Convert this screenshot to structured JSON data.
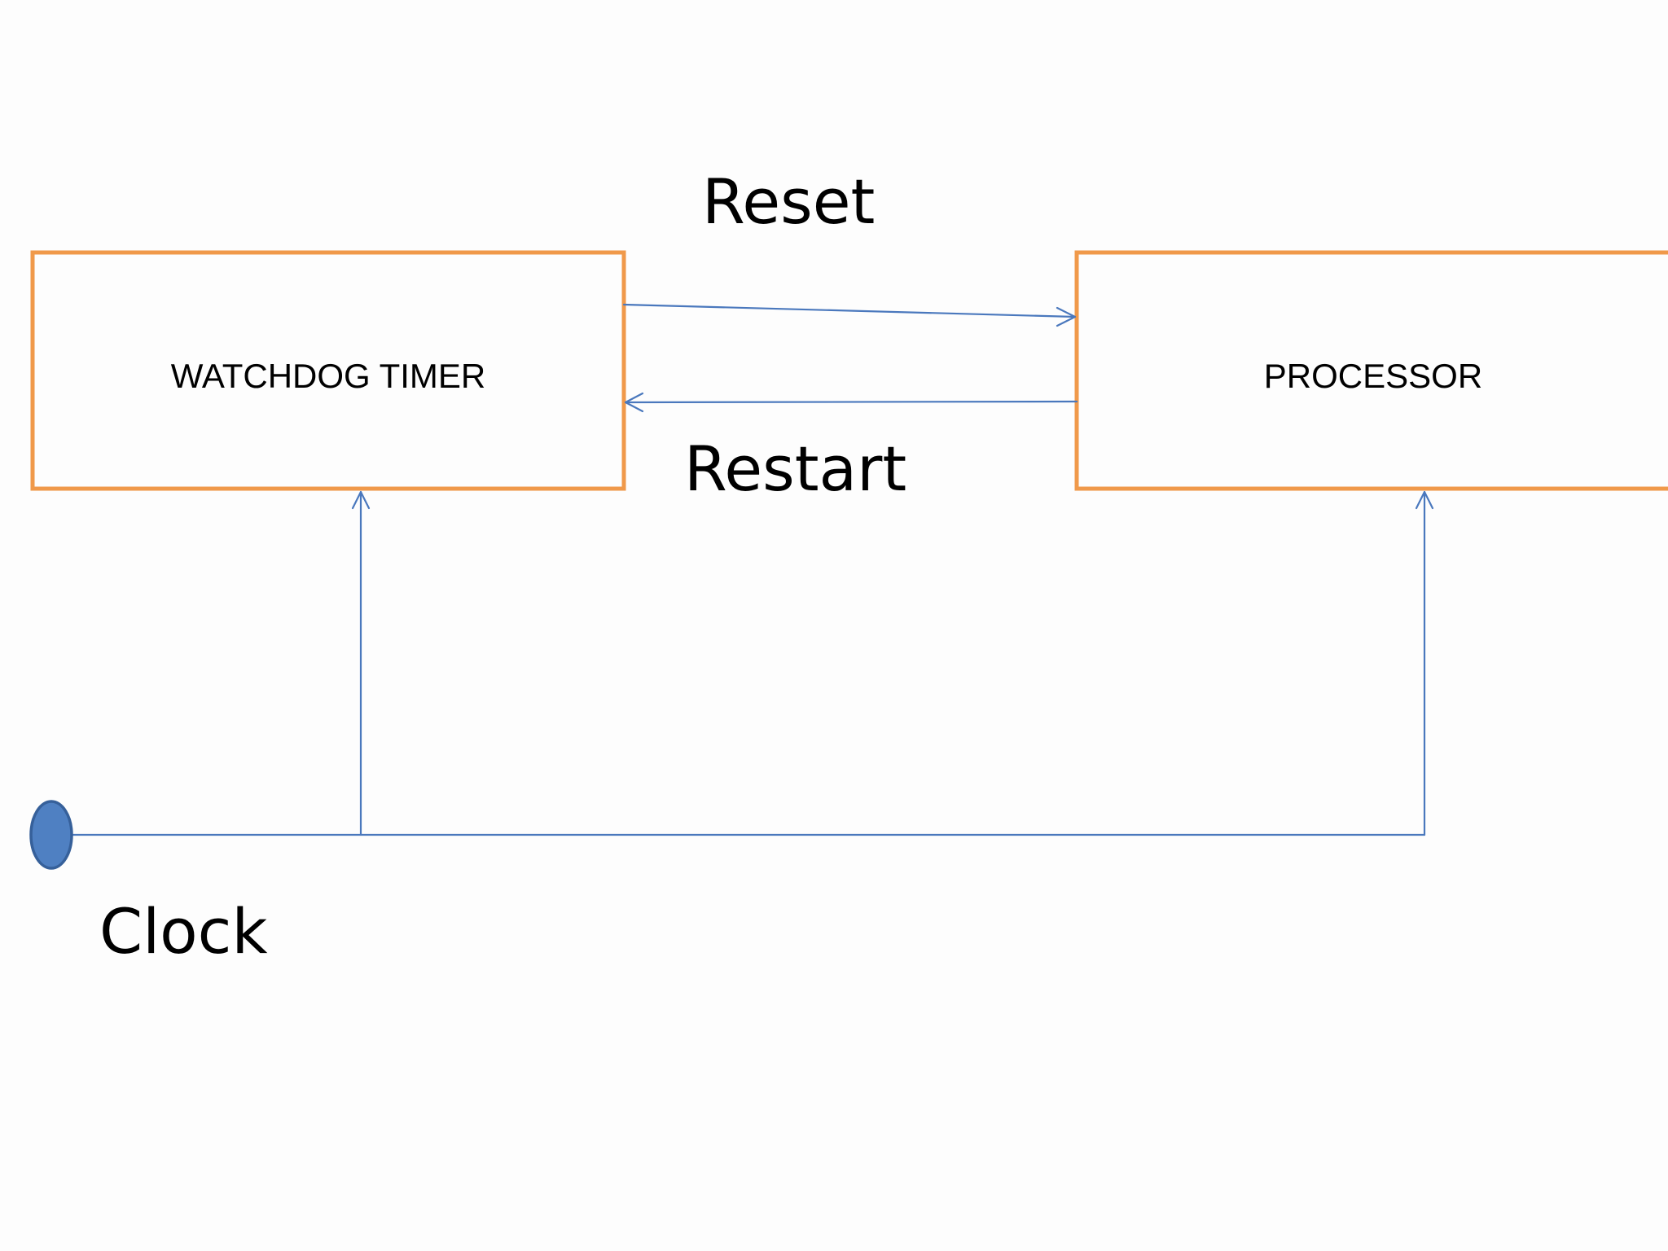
{
  "diagram": {
    "labels": {
      "reset": "Reset",
      "restart": "Restart",
      "clock": "Clock"
    },
    "blocks": {
      "watchdog": "WATCHDOG TIMER",
      "processor": "PROCESSOR"
    },
    "colors": {
      "block_border": "#f0994a",
      "wire": "#4a78bd",
      "clock_fill": "#4f80c2",
      "clock_stroke": "#36609a",
      "text": "#000000",
      "background": "#fdfdfd"
    }
  }
}
